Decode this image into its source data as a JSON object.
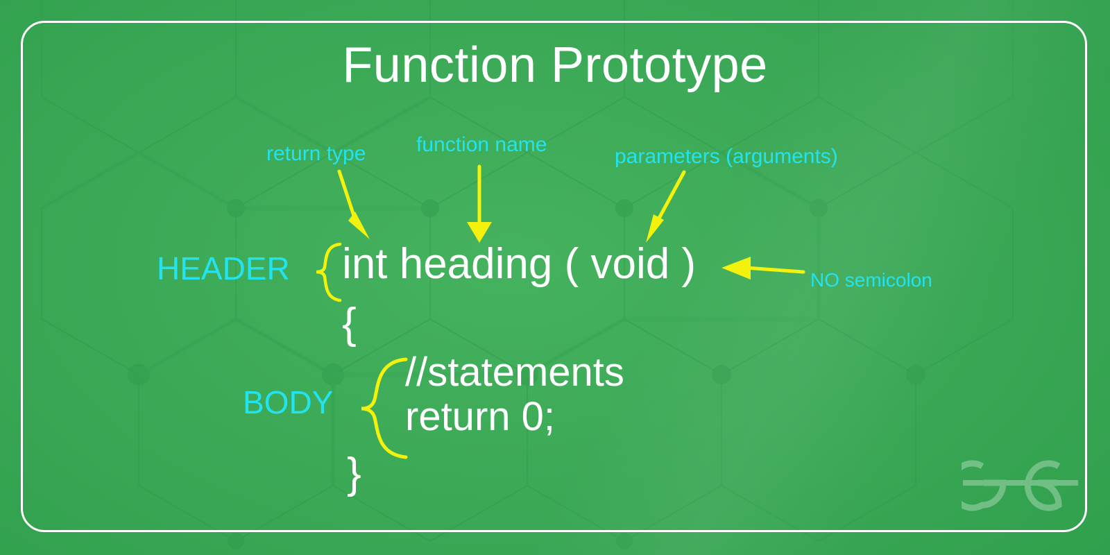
{
  "page": {
    "title": "Function Prototype",
    "background_color": "#3bab58",
    "frame_color": "#ffffff",
    "accent_cyan": "#22e3f0",
    "accent_yellow": "#f2f20d",
    "code_color": "#ffffff"
  },
  "annotations": [
    {
      "id": "return-type",
      "label": "return type",
      "arrow": "diagonal-down-right"
    },
    {
      "id": "function-name",
      "label": "function name",
      "arrow": "straight-down"
    },
    {
      "id": "parameters",
      "label": "parameters (arguments)",
      "arrow": "diagonal-down-left"
    },
    {
      "id": "no-semicolon",
      "label": "NO semicolon",
      "arrow": "straight-left"
    }
  ],
  "sections": [
    {
      "id": "header",
      "label": "HEADER"
    },
    {
      "id": "body",
      "label": "BODY"
    }
  ],
  "code": {
    "signature": "int heading ( void )",
    "open_brace": "{",
    "statements": "//statements",
    "return_line": "return 0;",
    "close_brace": "}"
  },
  "branding": {
    "logo_name": "geeksforgeeks-logo",
    "logo_text": "GG"
  }
}
